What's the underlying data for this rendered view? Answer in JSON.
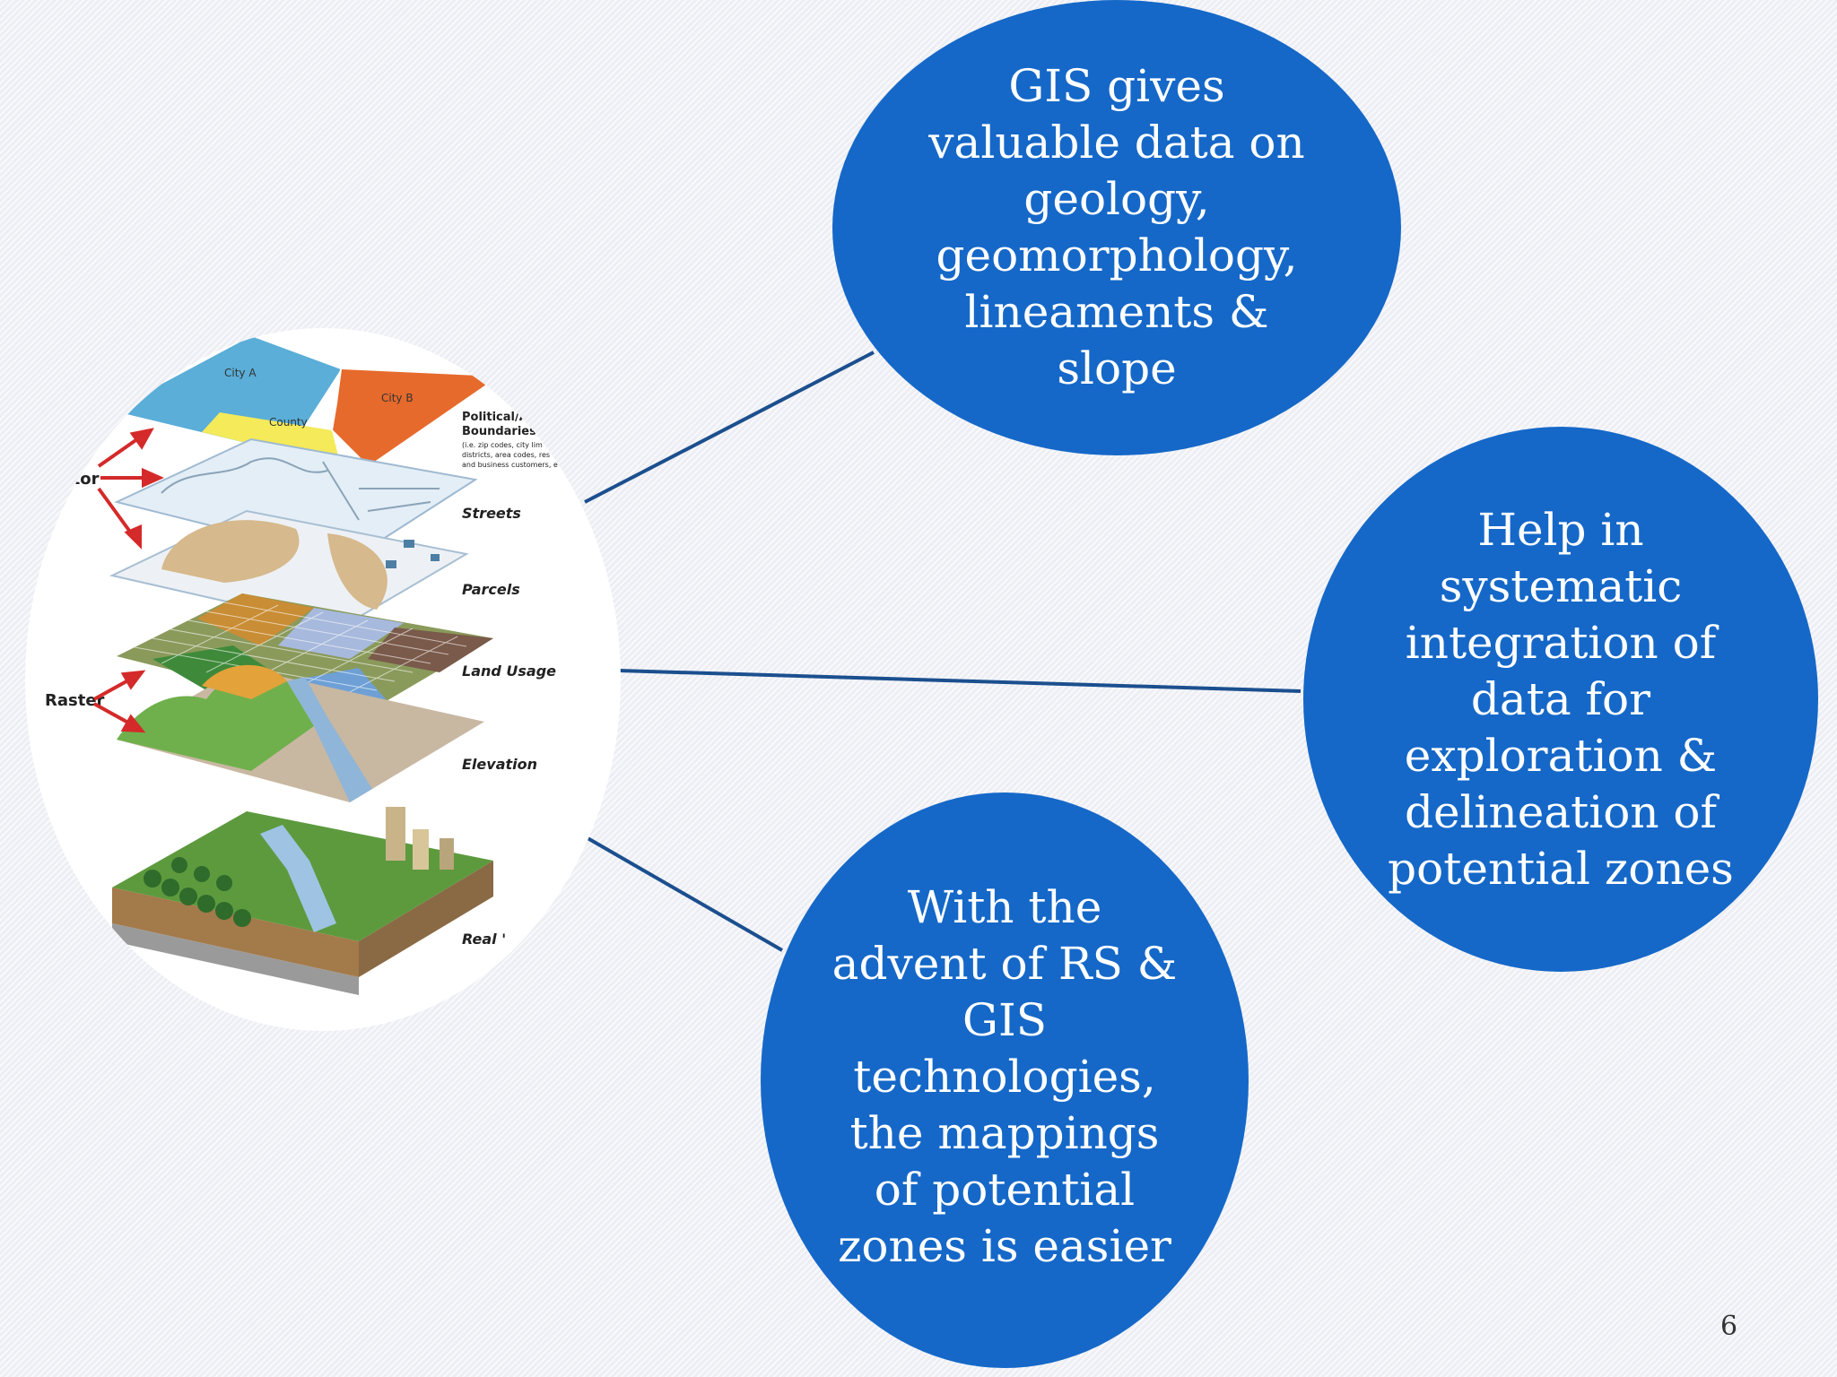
{
  "slide": {
    "page_number": "6",
    "bubbles": {
      "top": "GIS  gives\nvaluable data on\ngeology,\ngeomorphology,\nlineaments &\nslope",
      "right": "Help in\nsystematic\nintegration of\ndata for\nexploration &\ndelineation of\npotential zones",
      "bottom": "With the\nadvent of RS &\nGIS\ntechnologies,\nthe mappings\nof potential\nzones is easier"
    },
    "illustration": {
      "side_labels": {
        "vector": "ctor",
        "raster": "Raster"
      },
      "regions": {
        "city_a": "City A",
        "city_b": "City B",
        "county": "County"
      },
      "layer_labels": {
        "political_title_1": "Political/Ac",
        "political_title_2": "Boundaries",
        "political_note_1": "(i.e. zip codes, city lim",
        "political_note_2": "districts, area codes, res",
        "political_note_3": "and business customers, e",
        "streets": "Streets",
        "parcels": "Parcels",
        "land_usage": "Land Usage",
        "elevation": "Elevation",
        "real_world": "Real '"
      }
    },
    "colors": {
      "bubble": "#1568c8",
      "connector": "#1b4f8e",
      "arrow": "#d42a2a"
    }
  }
}
